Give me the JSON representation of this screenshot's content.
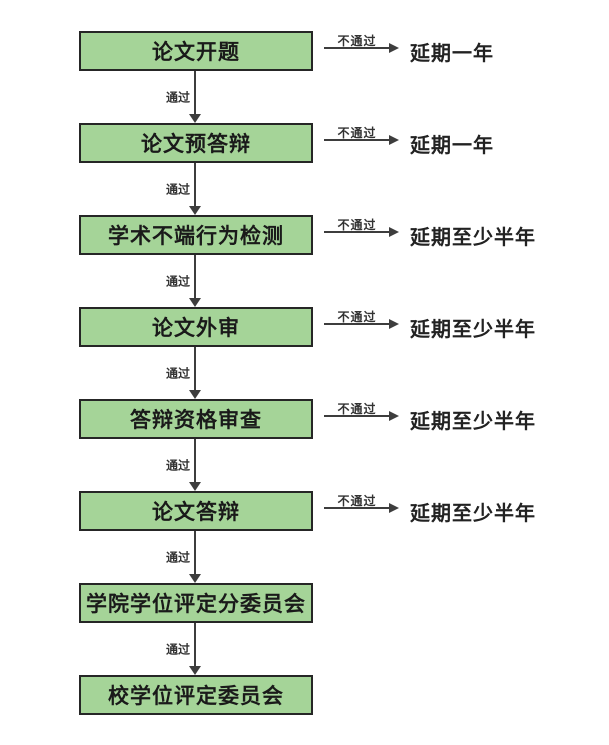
{
  "diagram": {
    "title": "degree-thesis-approval-flowchart",
    "pass_label": "通过",
    "fail_label": "不通过",
    "colors": {
      "box_fill": "#A5D498",
      "box_border": "#262626",
      "arrow": "#3D3D3D",
      "text": "#1A1A1A",
      "background": "#FFFFFF"
    },
    "steps": [
      {
        "label": "论文开题",
        "fail_outcome": "延期一年"
      },
      {
        "label": "论文预答辩",
        "fail_outcome": "延期一年"
      },
      {
        "label": "学术不端行为检测",
        "fail_outcome": "延期至少半年"
      },
      {
        "label": "论文外审",
        "fail_outcome": "延期至少半年"
      },
      {
        "label": "答辩资格审查",
        "fail_outcome": "延期至少半年"
      },
      {
        "label": "论文答辩",
        "fail_outcome": "延期至少半年"
      },
      {
        "label": "学院学位评定分委员会",
        "fail_outcome": ""
      },
      {
        "label": "校学位评定委员会",
        "fail_outcome": ""
      }
    ]
  }
}
